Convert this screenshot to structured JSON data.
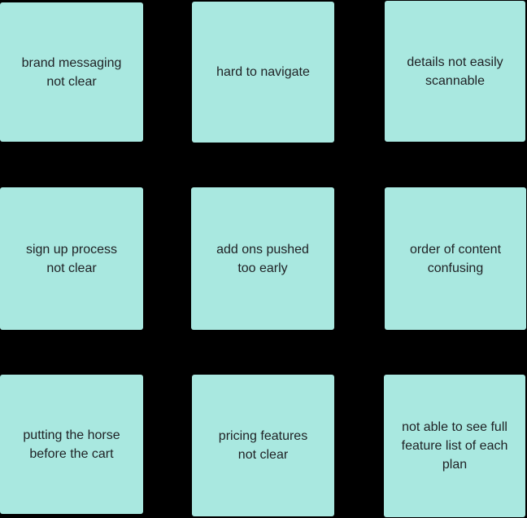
{
  "colors": {
    "canvas_background": "#000000",
    "note_fill": "#a9e8e0",
    "note_text": "#1f2124"
  },
  "board": {
    "rows": 3,
    "columns": 3
  },
  "notes": [
    {
      "text": "brand messaging\nnot clear"
    },
    {
      "text": "hard to navigate"
    },
    {
      "text": "details not easily\nscannable"
    },
    {
      "text": "sign up process\nnot clear"
    },
    {
      "text": "add ons pushed\ntoo early"
    },
    {
      "text": "order of content\nconfusing"
    },
    {
      "text": "putting the horse\nbefore the cart"
    },
    {
      "text": "pricing features\nnot clear"
    },
    {
      "text": "not able to see full\nfeature list of each\nplan"
    }
  ]
}
